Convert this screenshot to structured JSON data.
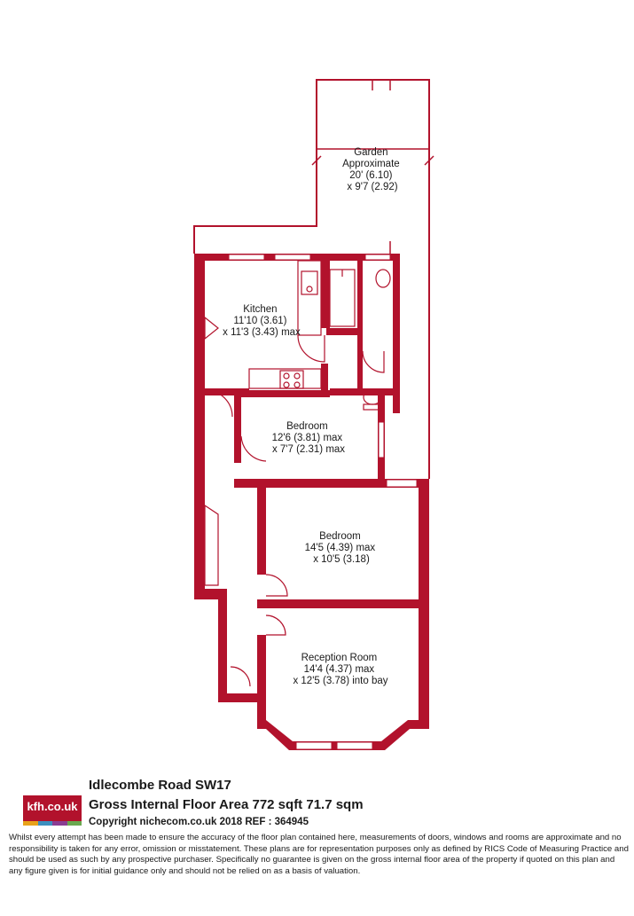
{
  "rooms": {
    "garden": {
      "line1": "Garden",
      "line2": "Approximate",
      "line3": "20' (6.10)",
      "line4": "x 9'7 (2.92)"
    },
    "kitchen": {
      "line1": "Kitchen",
      "line2": "11'10 (3.61)",
      "line3": "x 11'3 (3.43) max"
    },
    "bedroom_small": {
      "line1": "Bedroom",
      "line2": "12'6 (3.81) max",
      "line3": "x 7'7 (2.31) max"
    },
    "bedroom_large": {
      "line1": "Bedroom",
      "line2": "14'5 (4.39) max",
      "line3": "x 10'5 (3.18)"
    },
    "reception": {
      "line1": "Reception Room",
      "line2": "14'4 (4.37) max",
      "line3": "x 12'5 (3.78) into bay"
    }
  },
  "footer": {
    "address": "Idlecombe Road  SW17",
    "area": "Gross Internal Floor Area 772 sqft 71.7 sqm",
    "copyright": "Copyright nichecom.co.uk 2018 REF : 364945",
    "disclaimer": "Whilst every attempt has been made to ensure the accuracy of the floor plan contained here, measurements of doors, windows and rooms are approximate and no responsibility is taken for any error, omission or misstatement.  These plans are for representation purposes only as defined by RICS Code of Measuring Practice and should be used as such by any prospective purchaser.  Specifically no guarantee is given on the gross internal floor area of the property if quoted on this plan and any figure given is for initial guidance only and should not be relied on as a basis of valuation."
  },
  "logo": {
    "text": "kfh.co.uk",
    "stripe_colors": [
      "#e8a21a",
      "#3c8fbf",
      "#8a3d92",
      "#6aa84f"
    ]
  },
  "colors": {
    "wall": "#b2122c",
    "line": "#b2122c",
    "text": "#1a1a1a"
  }
}
